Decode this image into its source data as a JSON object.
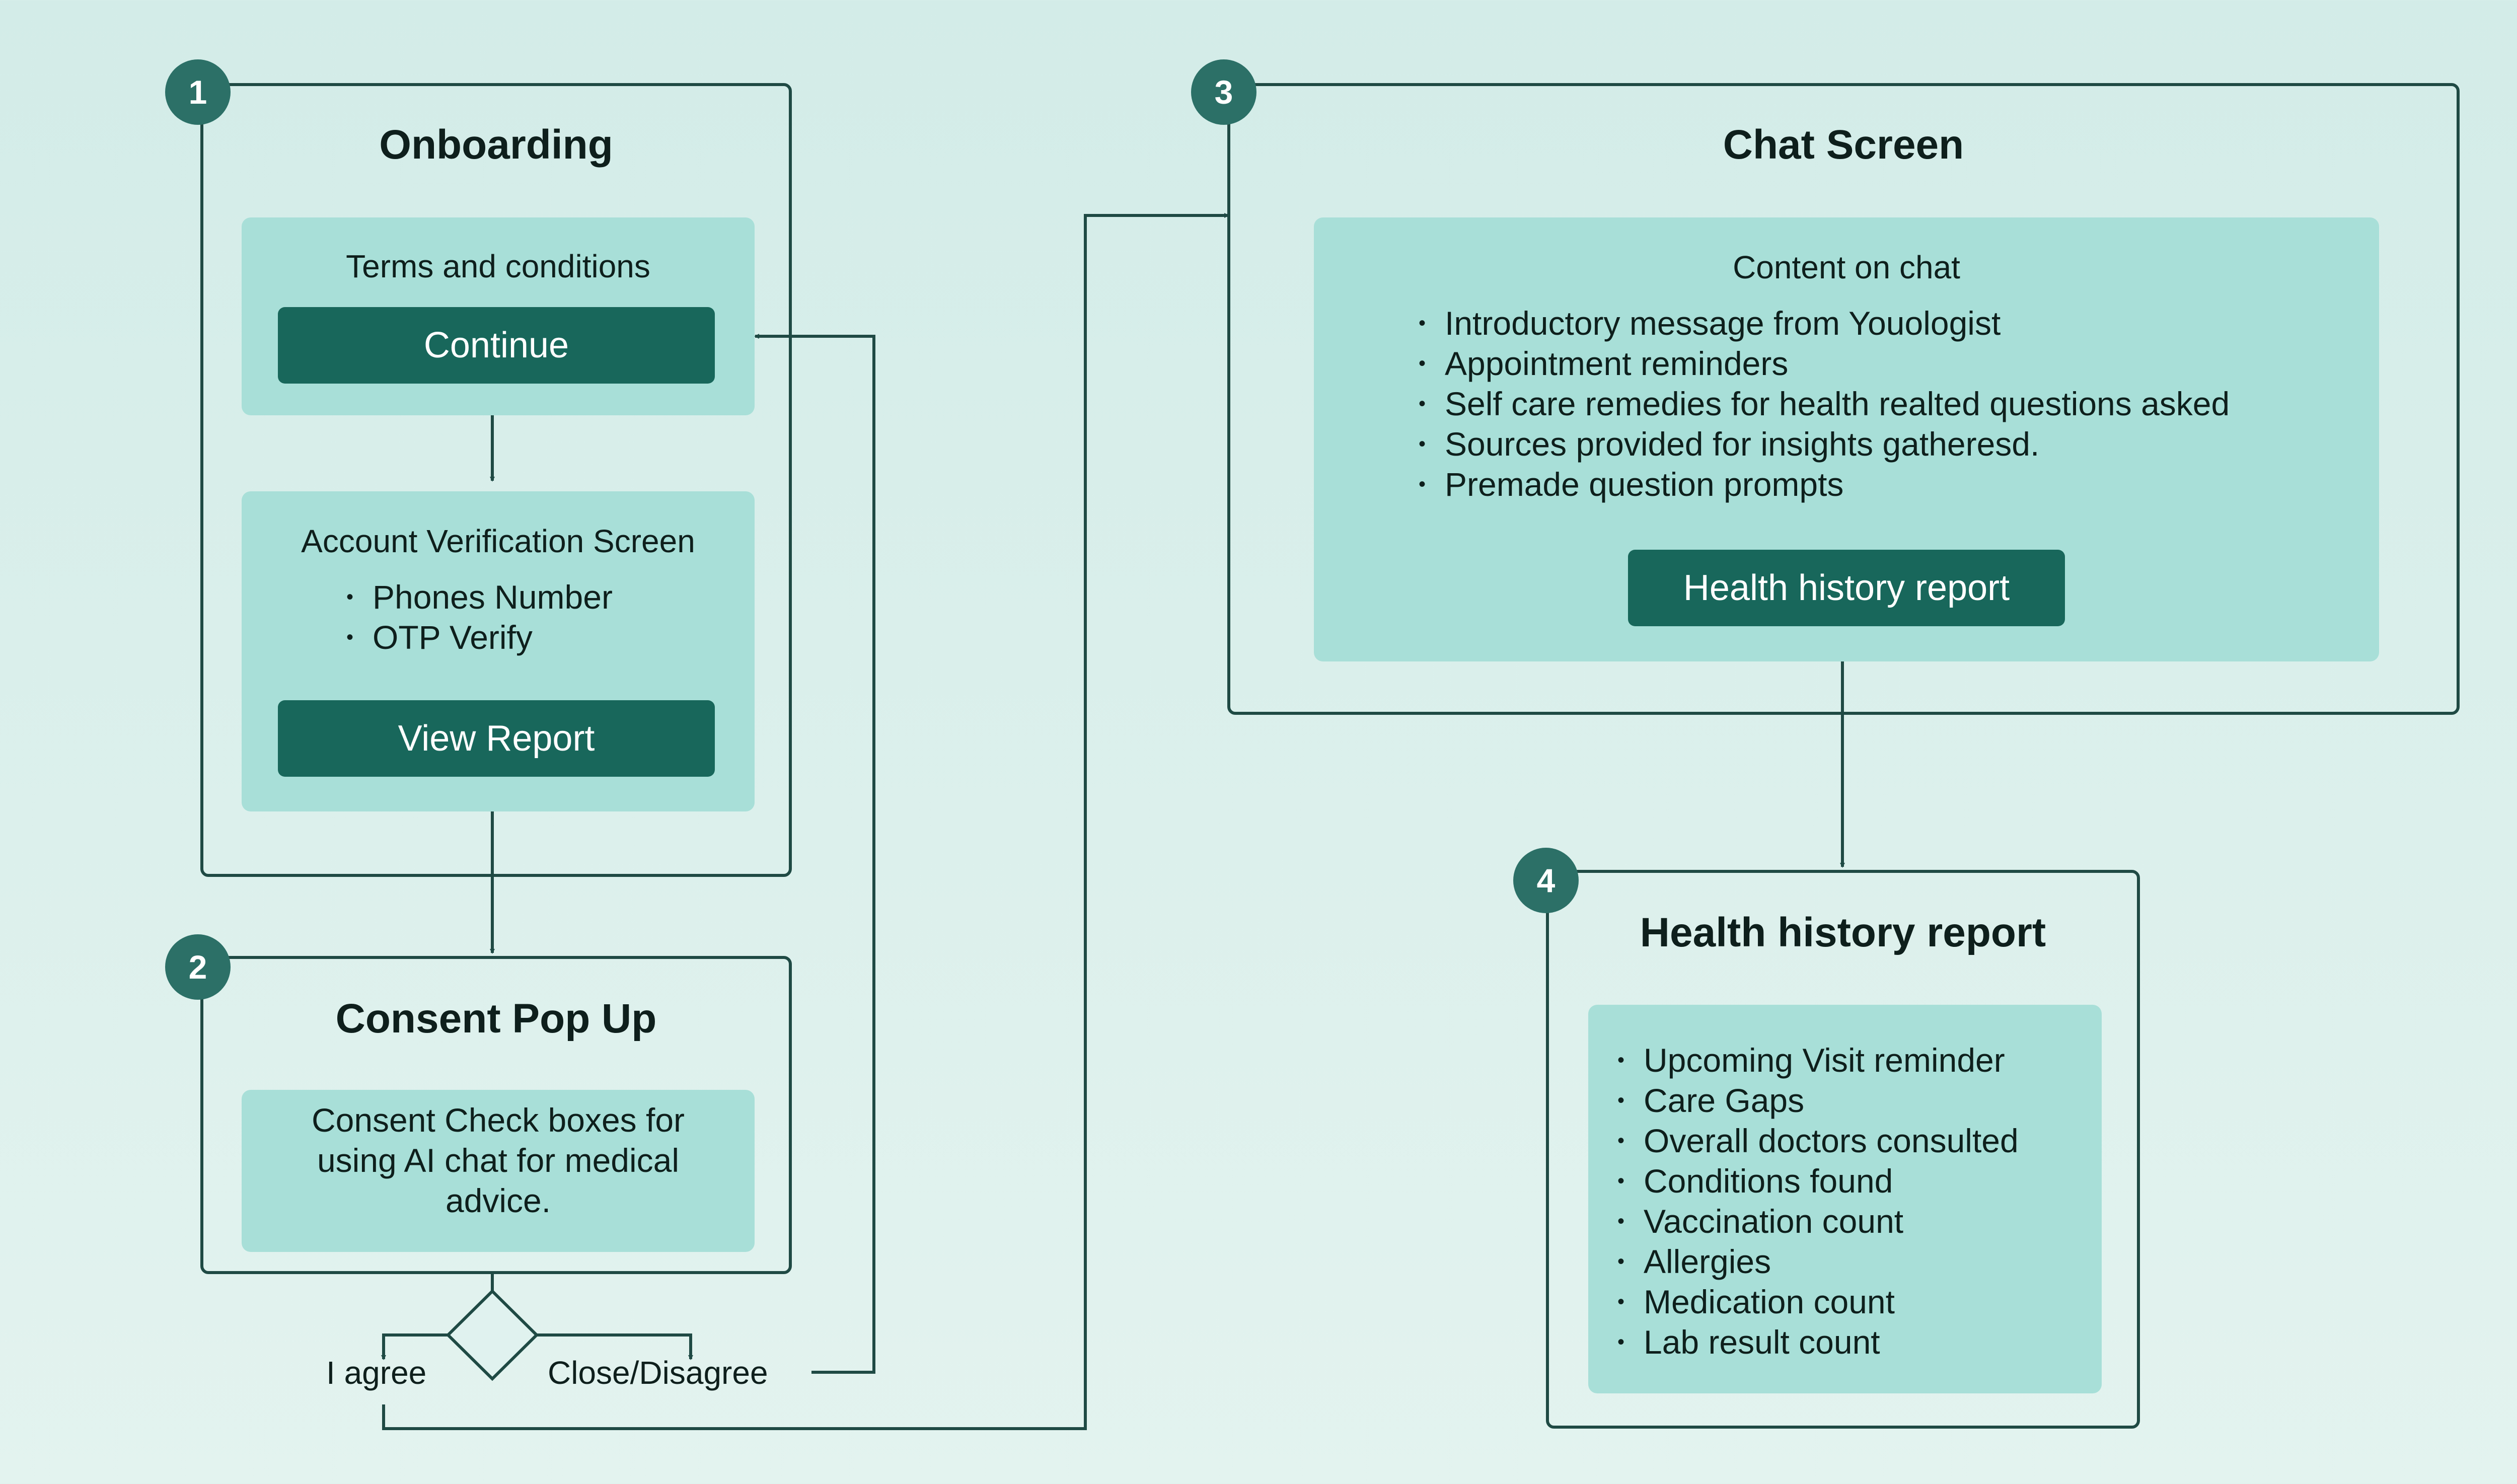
{
  "steps": {
    "onboarding": {
      "number": "1",
      "title": "Onboarding",
      "terms_panel": {
        "title": "Terms and conditions",
        "button": "Continue"
      },
      "verification_panel": {
        "title": "Account Verification Screen",
        "items": [
          "Phones Number",
          "OTP Verify"
        ],
        "button": "View Report"
      }
    },
    "consent": {
      "number": "2",
      "title": "Consent Pop Up",
      "panel_text": "Consent Check boxes for using AI chat for medical advice.",
      "decision": {
        "agree_label": "I agree",
        "disagree_label": "Close/Disagree"
      }
    },
    "chat": {
      "number": "3",
      "title": "Chat Screen",
      "panel": {
        "title": "Content on chat",
        "items": [
          "Introductory message from Youologist",
          "Appointment reminders",
          "Self care remedies for health realted questions asked",
          "Sources provided for insights gatheresd.",
          "Premade question prompts"
        ],
        "button": "Health history report"
      }
    },
    "report": {
      "number": "4",
      "title": "Health history report",
      "items": [
        "Upcoming Visit reminder",
        "Care Gaps",
        "Overall doctors consulted",
        "Conditions found",
        "Vaccination count",
        "Allergies",
        "Medication count",
        "Lab result count"
      ]
    }
  },
  "colors": {
    "background": "#d3ece8",
    "panel": "#a8dfd8",
    "button": "#18675b",
    "badge": "#2c7067",
    "border": "#1f4a44",
    "text": "#0e1f1c"
  }
}
